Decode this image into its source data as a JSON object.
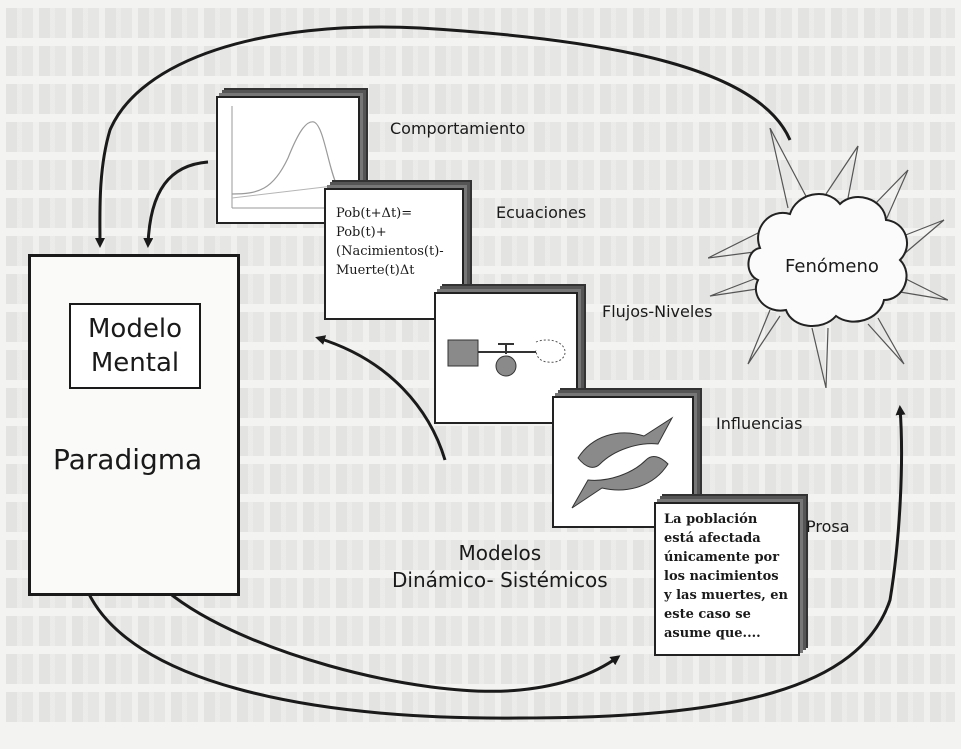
{
  "paradigm": {
    "mental_model_line1": "Modelo",
    "mental_model_line2": "Mental",
    "paradigm_label": "Paradigma"
  },
  "phenomenon": {
    "label": "Fenómeno"
  },
  "models": {
    "group_label_line1": "Modelos",
    "group_label_line2": "Dinámico- Sistémicos",
    "layers": [
      {
        "label": "Comportamiento"
      },
      {
        "label": "Ecuaciones",
        "content": "Pob(t+Δt)=\nPob(t)+\n(Nacimientos(t)-\nMuerte(t)Δt"
      },
      {
        "label": "Flujos-Niveles"
      },
      {
        "label": "Influencias"
      },
      {
        "label": "Prosa",
        "content": "La población\nestá afectada\núnicamente por\nlos nacimientos\ny las muertes, en\neste caso se\nasume que...."
      }
    ]
  },
  "colors": {
    "ink": "#1a1a1a",
    "grey_fill": "#8a8a8a",
    "background": "#f3f3f1"
  }
}
